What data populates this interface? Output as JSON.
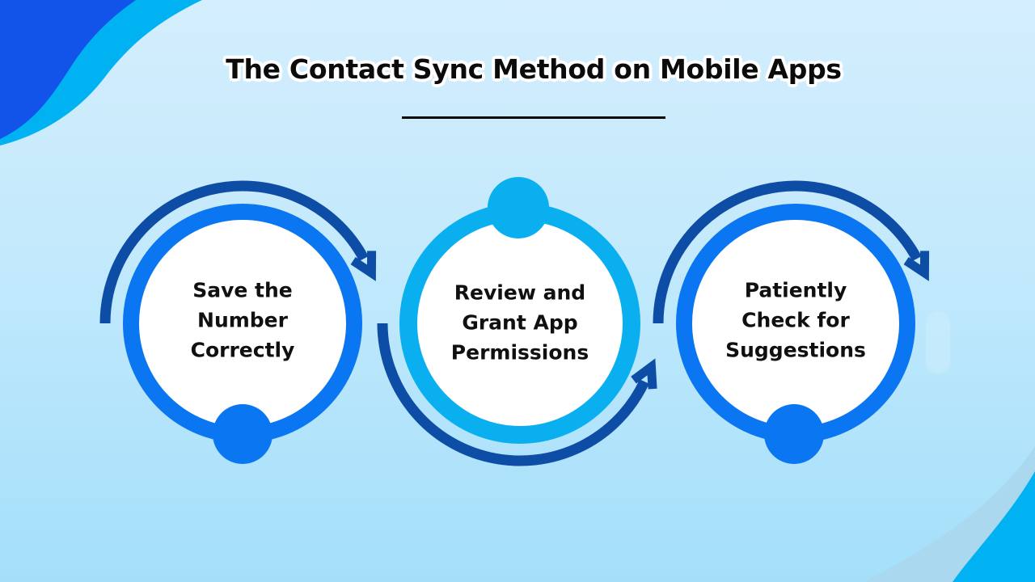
{
  "title": {
    "text": "The Contact Sync Method on Mobile Apps"
  },
  "steps": [
    {
      "label": "Save the Number Correctly",
      "lines": [
        "Save the",
        "Number",
        "Correctly"
      ],
      "ring_color": "#0b76f2",
      "dot_color": "#0b76f2",
      "dot_position": "bottom",
      "arrow": "curved-arrow-clockwise-over-top"
    },
    {
      "label": "Review and Grant App Permissions",
      "lines": [
        "Review and",
        "Grant App",
        "Permissions"
      ],
      "ring_color": "#0aaff0",
      "dot_color": "#0aaff0",
      "dot_position": "top",
      "arrow": "curved-arrow-under-bottom"
    },
    {
      "label": "Patiently Check for Suggestions",
      "lines": [
        "Patiently",
        "Check for",
        "Suggestions"
      ],
      "ring_color": "#0b76f2",
      "dot_color": "#0b76f2",
      "dot_position": "bottom",
      "arrow": "curved-arrow-clockwise-over-top"
    }
  ],
  "colors": {
    "background_top": "#d4eefd",
    "background_bottom": "#a4dffa",
    "ring_blue": "#0b76f2",
    "ring_cyan": "#0aaff0",
    "arrow_navy": "#0d4da6",
    "corner_dark_blue": "#1254ea",
    "corner_cyan": "#00b2f2",
    "corner_light_band": "#a9d8ef",
    "title_text": "#0b0b0b",
    "step_text": "#101010",
    "circle_fill": "#ffffff"
  }
}
